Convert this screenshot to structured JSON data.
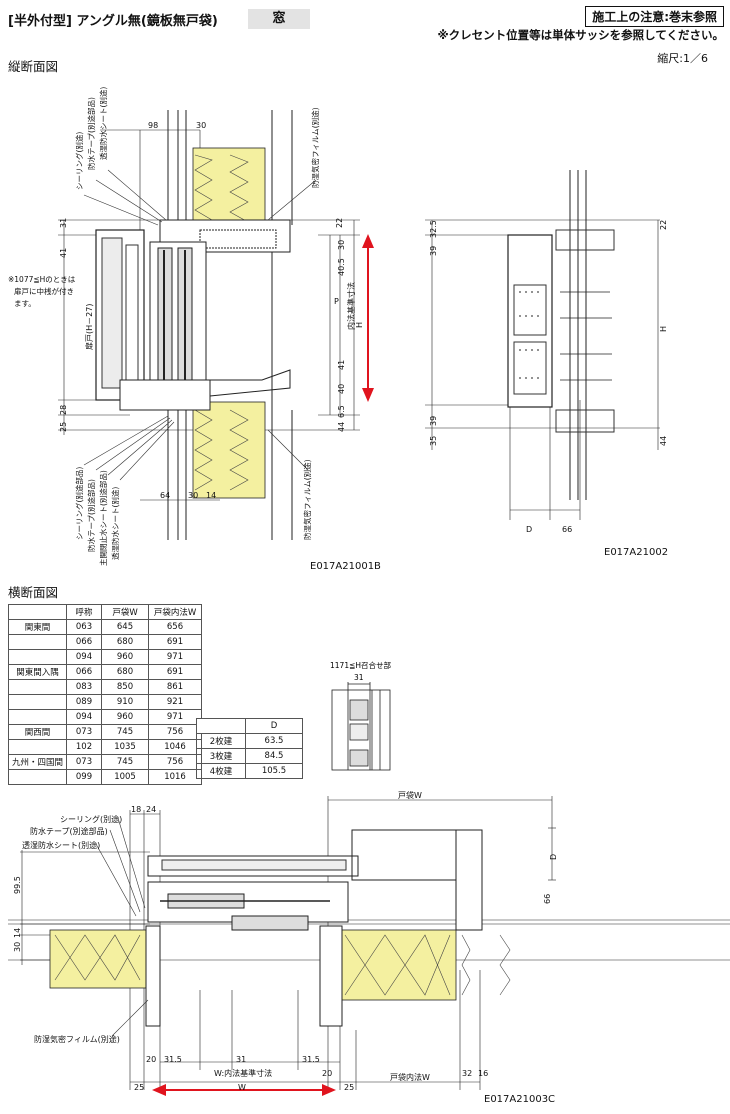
{
  "header": {
    "title": "[半外付型] アングル無(鏡板無戸袋)",
    "window_label": "窓",
    "notice": "施工上の注意:巻末参照",
    "notice_sub": "※クレセント位置等は単体サッシを参照してください。",
    "scale": "縮尺:1／6"
  },
  "vertical": {
    "title": "縦断面図",
    "code1": "E017A21001B",
    "code2": "E017A21002",
    "note": [
      "※1077≦Hのときは",
      "扉戸に中桟が付き",
      "ます。"
    ],
    "labels": {
      "sealing": "シーリング(別途)",
      "tape": "防水テープ(別途部品)",
      "sheet": "透湿防水シート(別途)",
      "film": "防湿気密フィルム(別途)",
      "sealing2": "シーリング(別途部品)",
      "tape2": "防水テープ(別途部品)",
      "sheet2": "主開閉止水シート(別途部品)",
      "sheet3": "透湿防水シート(別途)",
      "film2": "防湿気密フィルム(別途)",
      "inner": "内法基準寸法",
      "opening": "扉戸(H－27)",
      "h": "H",
      "p": "P"
    },
    "dims": {
      "d98": "98",
      "d30": "30",
      "d22": "22",
      "d31": "31",
      "d41": "41",
      "d30b": "30",
      "d405": "40.5",
      "d41b": "41",
      "d40": "40",
      "d28": "28",
      "d25": "25",
      "d65": "6.5",
      "d44": "44",
      "d64": "64",
      "d30c": "30",
      "d14": "14",
      "d325": "32.5",
      "d39": "39",
      "d22b": "22",
      "d39b": "39",
      "d35": "35",
      "d44b": "44",
      "dD": "D",
      "d66": "66",
      "dH": "H"
    }
  },
  "horizontal": {
    "title": "横断面図",
    "code": "E017A21003C",
    "note": "1171≦H召合せ部",
    "labels": {
      "sealing": "シーリング(別途)",
      "tape": "防水テープ(別途部品)",
      "sheet": "透湿防水シート(別途)",
      "film": "防湿気密フィルム(別途)",
      "tobukuro_w": "戸袋W",
      "tobukuro_inner": "戸袋内法W",
      "inner_w": "W:内法基準寸法",
      "w": "W",
      "d": "D"
    },
    "dims": {
      "d18": "18",
      "d24": "24",
      "d995": "99.5",
      "d14": "14",
      "d30": "30",
      "d66": "66",
      "d20": "20",
      "d315a": "31.5",
      "d31": "31",
      "d315b": "31.5",
      "d20b": "20",
      "d25": "25",
      "d25b": "25",
      "d32": "32",
      "d16": "16",
      "d31top": "31"
    }
  },
  "spec_table": {
    "headers": [
      "",
      "呼称",
      "戸袋W",
      "戸袋内法W"
    ],
    "rows": [
      [
        "関東間",
        "063",
        "645",
        "656"
      ],
      [
        "",
        "066",
        "680",
        "691"
      ],
      [
        "",
        "094",
        "960",
        "971"
      ],
      [
        "関東間入隅",
        "066",
        "680",
        "691"
      ],
      [
        "",
        "083",
        "850",
        "861"
      ],
      [
        "",
        "089",
        "910",
        "921"
      ],
      [
        "",
        "094",
        "960",
        "971"
      ],
      [
        "関西間",
        "073",
        "745",
        "756"
      ],
      [
        "",
        "102",
        "1035",
        "1046"
      ],
      [
        "九州・四国間",
        "073",
        "745",
        "756"
      ],
      [
        "",
        "099",
        "1005",
        "1016"
      ]
    ]
  },
  "d_table": {
    "headers": [
      "",
      "D"
    ],
    "rows": [
      [
        "2枚建",
        "63.5"
      ],
      [
        "3枚建",
        "84.5"
      ],
      [
        "4枚建",
        "105.5"
      ]
    ]
  }
}
